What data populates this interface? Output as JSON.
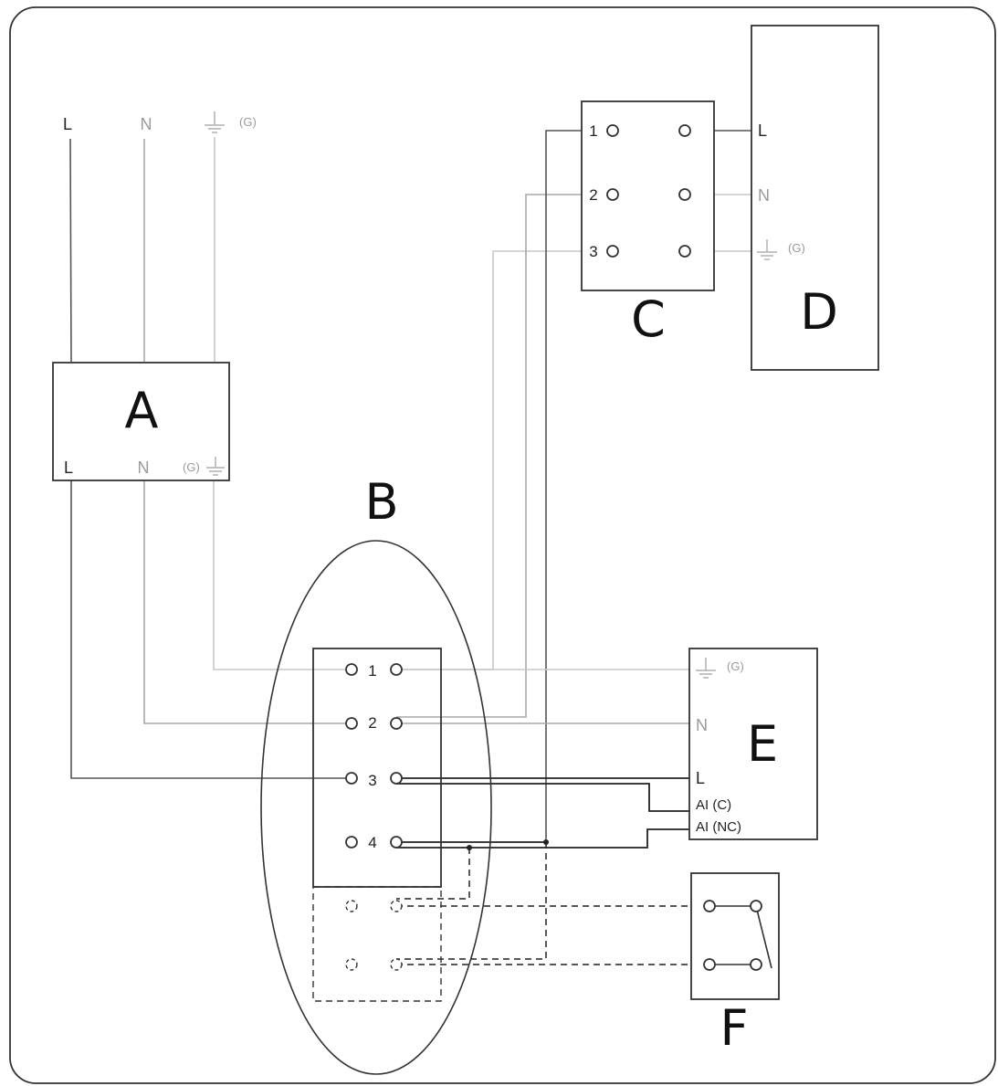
{
  "components": {
    "a": {
      "label": "A",
      "top_terms": [
        "L",
        "N",
        "(G)"
      ],
      "bottom_terms": [
        "L",
        "N",
        "(G)"
      ]
    },
    "b": {
      "label": "B",
      "terms": [
        "1",
        "2",
        "3",
        "4"
      ]
    },
    "c": {
      "label": "C",
      "terms": [
        "1",
        "2",
        "3"
      ]
    },
    "d": {
      "label": "D",
      "terms": [
        "L",
        "N",
        "(G)"
      ]
    },
    "e": {
      "label": "E",
      "terms": [
        "(G)",
        "N",
        "L",
        "AI (C)",
        "AI (NC)"
      ]
    },
    "f": {
      "label": "F"
    }
  },
  "colors": {
    "live": "#555555",
    "neutral": "#a8a8a8",
    "ground": "#c8c8c8",
    "outline": "#333333"
  }
}
